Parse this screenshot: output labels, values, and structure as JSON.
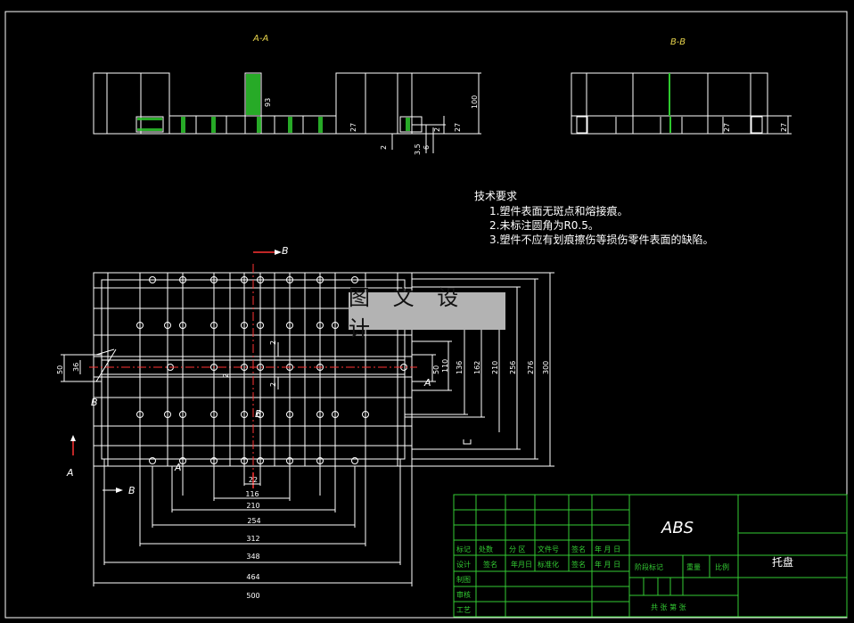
{
  "views": {
    "section_aa": "A-A",
    "section_bb": "B-B"
  },
  "section_dims": {
    "aa_height_total": "100",
    "aa_height_mid": "93",
    "aa_27_a": "27",
    "aa_27_b": "27",
    "aa_2": "2",
    "aa_3_5": "3.5",
    "aa_6": "6",
    "aa_2_b": "2",
    "bb_27_a": "27",
    "bb_27_b": "27"
  },
  "technical_requirements": {
    "title": "技术要求",
    "items": [
      "1.塑件表面无斑点和熔接痕。",
      "2.未标注圆角为R0.5。",
      "3.塑件不应有划痕擦伤等损伤零件表面的缺陷。"
    ]
  },
  "section_markers": {
    "b_top": "B",
    "b_bottom": "B",
    "b_left": "B",
    "a_left": "A",
    "a_left_lower": "A",
    "a_right": "A",
    "b_mid": "B"
  },
  "plan_dims": {
    "horizontal": [
      "22",
      "116",
      "210",
      "254",
      "312",
      "348",
      "464",
      "500"
    ],
    "vertical_right": [
      "50",
      "110",
      "136",
      "162",
      "210",
      "256",
      "276",
      "300"
    ],
    "left_50": "50",
    "left_36": "36",
    "left_2": "2",
    "center_2_a": "2",
    "center_2_b": "2"
  },
  "watermark": "图 文 设 计",
  "title_block": {
    "material": "ABS",
    "part_name": "托盘",
    "row1": [
      "标记",
      "处数",
      "分 区",
      "文件号",
      "签名",
      "年 月 日"
    ],
    "row2": [
      "设计",
      "签名",
      "年月日",
      "标准化",
      "签名",
      "年 月 日"
    ],
    "row2_right": [
      "阶段标记",
      "重量",
      "比例"
    ],
    "row3": "制图",
    "row4": "审核",
    "row5": "工艺",
    "sheet": "共  张 第  张"
  },
  "colors": {
    "outline": "#ffffff",
    "dimension": "#ffffff",
    "centerline": "#ff3333",
    "hatch": "#2ec82e",
    "title_grid": "#33cc33",
    "section_label": "#e8d44c"
  }
}
